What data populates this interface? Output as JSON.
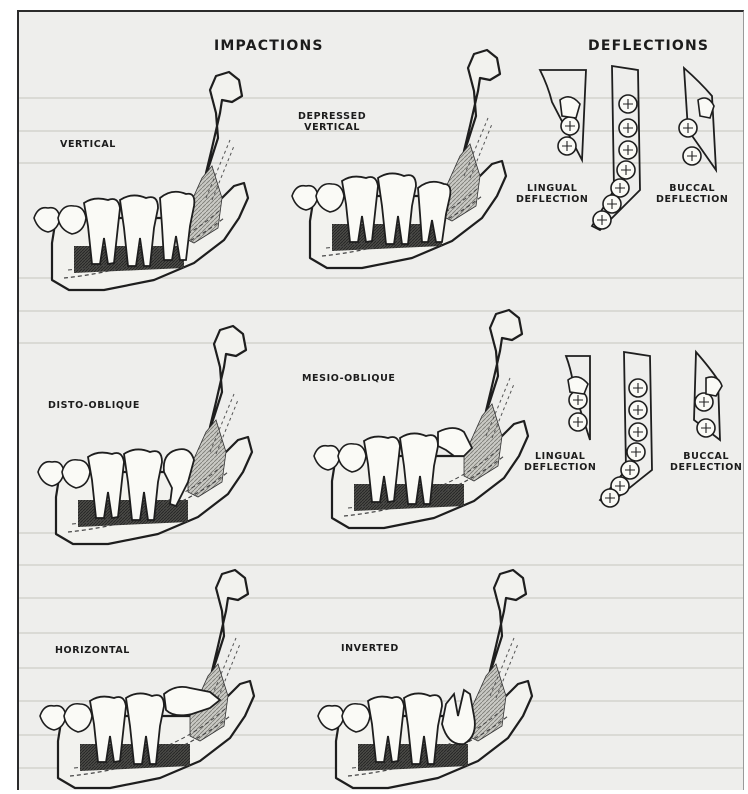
{
  "headings": {
    "impactions": "IMPACTIONS",
    "deflections": "DEFLECTIONS"
  },
  "impaction_labels": {
    "vertical": "VERTICAL",
    "depressed_vertical_line1": "DEPRESSED",
    "depressed_vertical_line2": "VERTICAL",
    "disto_oblique": "DISTO-OBLIQUE",
    "mesio_oblique": "MESIO-OBLIQUE",
    "horizontal": "HORIZONTAL",
    "inverted": "INVERTED"
  },
  "deflection_labels": {
    "top_lingual_line1": "LINGUAL",
    "top_lingual_line2": "DEFLECTION",
    "top_buccal_line1": "BUCCAL",
    "top_buccal_line2": "DEFLECTION",
    "mid_lingual_line1": "LINGUAL",
    "mid_lingual_line2": "DEFLECTION",
    "mid_buccal_line1": "BUCCAL",
    "mid_buccal_line2": "DEFLECTION"
  }
}
